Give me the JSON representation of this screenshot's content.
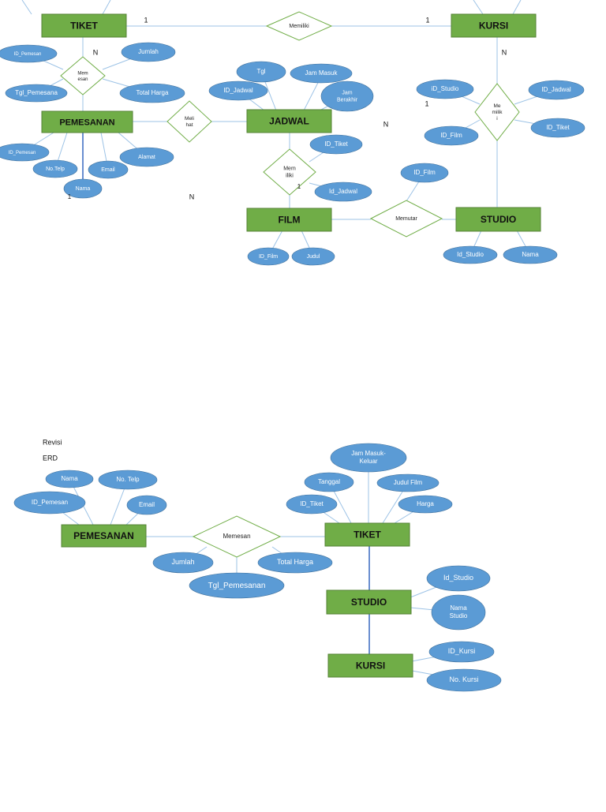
{
  "colors": {
    "entity_fill": "#70ad47",
    "entity_stroke": "#548235",
    "attribute_fill": "#5b9bd5",
    "relationship_stroke": "#70ad47",
    "line": "#9dc3e6",
    "thick_line": "#4472c4"
  },
  "caption": {
    "line1": "Revisi",
    "line2": "ERD"
  },
  "diagram1": {
    "entities": {
      "tiket": "TIKET",
      "kursi": "KURSI",
      "pemesanan": "PEMESANAN",
      "jadwal": "JADWAL",
      "film": "FILM",
      "studio": "STUDIO"
    },
    "relationships": {
      "memiliki_top": [
        "Memiliki"
      ],
      "memesan": [
        "Mem",
        "esan"
      ],
      "melihat": [
        "Meli",
        "hat"
      ],
      "memiliki_mid": [
        "Mem",
        "iliki"
      ],
      "memutar": [
        "Memutar"
      ],
      "memilik_right": [
        "Me",
        "milik",
        "i"
      ]
    },
    "attributes": {
      "id_pemesan_top": [
        "ID_Pemesan"
      ],
      "jumlah": [
        "Jumlah"
      ],
      "tgl_pemesana": [
        "Tgl_Pemesana"
      ],
      "total_harga": [
        "Total Harga"
      ],
      "tgl": [
        "Tgl"
      ],
      "jam_masuk": [
        "Jam Masuk"
      ],
      "id_jadwal": [
        "ID_Jadwal"
      ],
      "jam_berakhir": [
        "Jam",
        "Berakhir"
      ],
      "id_pemesan_bot": [
        "ID_Pemesan"
      ],
      "no_telp": [
        "No.Telp"
      ],
      "email": [
        "Email"
      ],
      "alamat": [
        "Alamat"
      ],
      "nama": [
        "Nama"
      ],
      "id_tiket_mid": [
        "ID_Tiket"
      ],
      "id_jadwal_mid": [
        "Id_Jadwal"
      ],
      "id_film_film": [
        "ID_Film"
      ],
      "judul": [
        "Judul"
      ],
      "id_film_memutar": [
        "ID_Film"
      ],
      "id_studio_studio": [
        "Id_Studio"
      ],
      "nama_studio": [
        "Nama"
      ],
      "id_studio_right": [
        "iD_Studio"
      ],
      "id_jadwal_right": [
        "ID_Jadwal"
      ],
      "id_film_right": [
        "ID_Film"
      ],
      "id_tiket_right": [
        "ID_Tiket"
      ]
    },
    "cardinalities": {
      "c1": "1",
      "c2": "1",
      "c3": "N",
      "c4": "N",
      "c5": "1",
      "c6": "N",
      "c7": "1",
      "c8": "1",
      "c9": "N"
    }
  },
  "diagram2": {
    "entities": {
      "pemesanan": "PEMESANAN",
      "tiket": "TIKET",
      "studio": "STUDIO",
      "kursi": "KURSI"
    },
    "relationships": {
      "memesan": [
        "Memesan"
      ]
    },
    "attributes": {
      "nama": [
        "Nama"
      ],
      "no_telp": [
        "No. Telp"
      ],
      "id_pemesan": [
        "ID_Pemesan"
      ],
      "email": [
        "Email"
      ],
      "jumlah": [
        "Jumlah"
      ],
      "total_harga": [
        "Total Harga"
      ],
      "tgl_pemesanan": [
        "Tgl_Pemesanan"
      ],
      "jam_masuk_keluar": [
        "Jam Masuk-",
        "Keluar"
      ],
      "tanggal": [
        "Tanggal"
      ],
      "judul_film": [
        "Judul Film"
      ],
      "id_tiket": [
        "ID_Tiket"
      ],
      "harga": [
        "Harga"
      ],
      "id_studio": [
        "Id_Studio"
      ],
      "nama_studio": [
        "Nama",
        "Studio"
      ],
      "id_kursi": [
        "ID_Kursi"
      ],
      "no_kursi": [
        "No. Kursi"
      ]
    }
  }
}
